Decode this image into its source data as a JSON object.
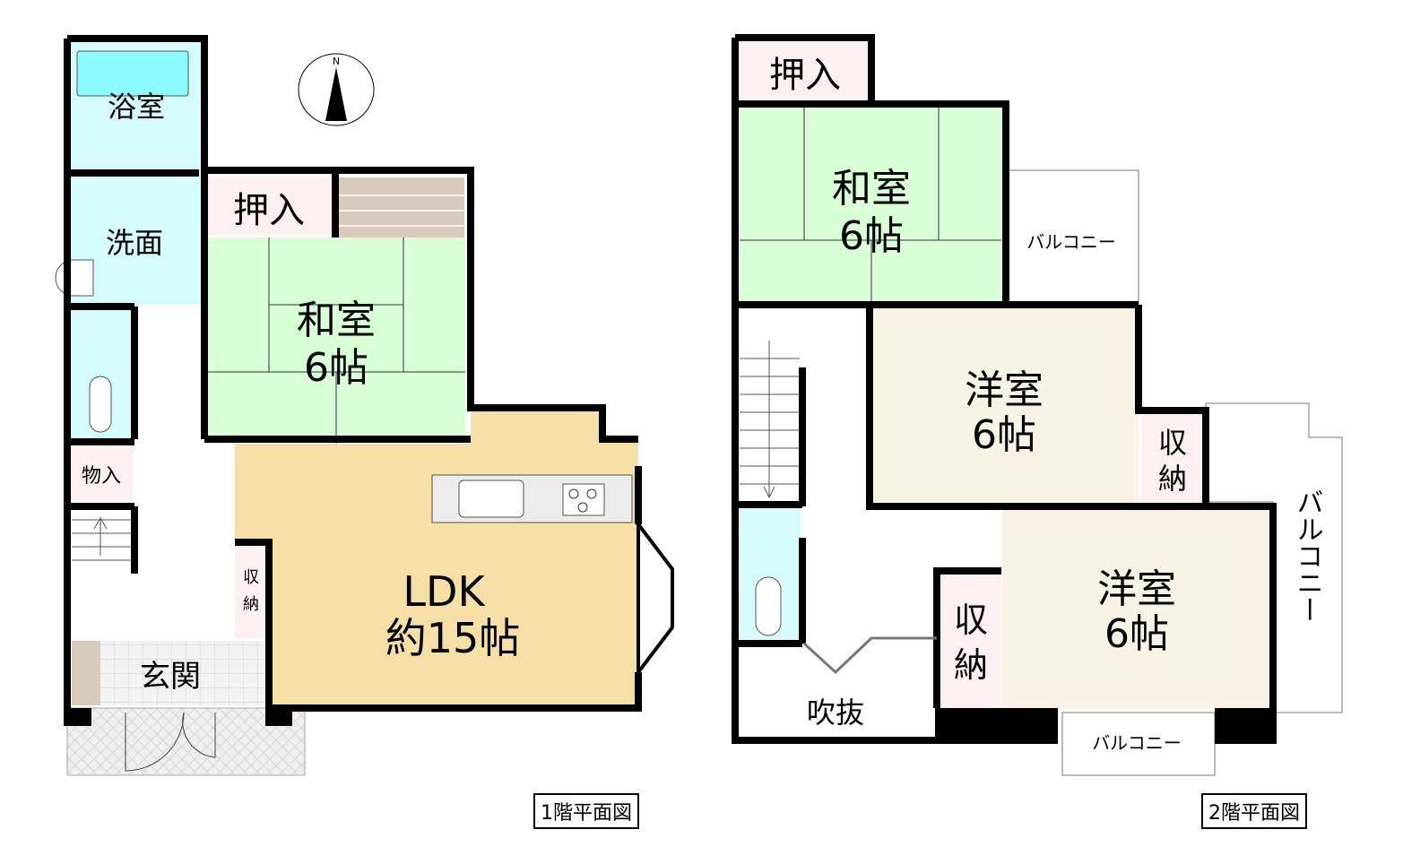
{
  "floor1": {
    "caption": "1階平面図",
    "compass_letter": "N",
    "rooms": {
      "bath": "浴室",
      "washroom": "洗面",
      "closet": "押入",
      "washitsu_name": "和室",
      "washitsu_size": "6帖",
      "storage_small": "物入",
      "storage_top": "収",
      "storage_bottom": "納",
      "ldk_name": "LDK",
      "ldk_size": "約15帖",
      "entrance": "玄関"
    }
  },
  "floor2": {
    "caption": "2階平面図",
    "rooms": {
      "closet": "押入",
      "washitsu_name": "和室",
      "washitsu_size": "6帖",
      "balcony_top": "バルコニー",
      "youshitsu1_name": "洋室",
      "youshitsu1_size": "6帖",
      "storage1_top": "収",
      "storage1_bottom": "納",
      "balcony_right": "バルコニー",
      "youshitsu2_name": "洋室",
      "youshitsu2_size": "6帖",
      "storage2_top": "収",
      "storage2_bottom": "納",
      "void": "吹抜",
      "balcony_bottom": "バルコニー"
    }
  },
  "colors": {
    "wet_area": "#d6fbff",
    "bathtub": "#8cfbff",
    "tatami": "#d9ffd6",
    "ldk": "#f5dfa6",
    "western_room": "#f8f3e4",
    "storage": "#fcf0f0",
    "wall": "#000000"
  }
}
